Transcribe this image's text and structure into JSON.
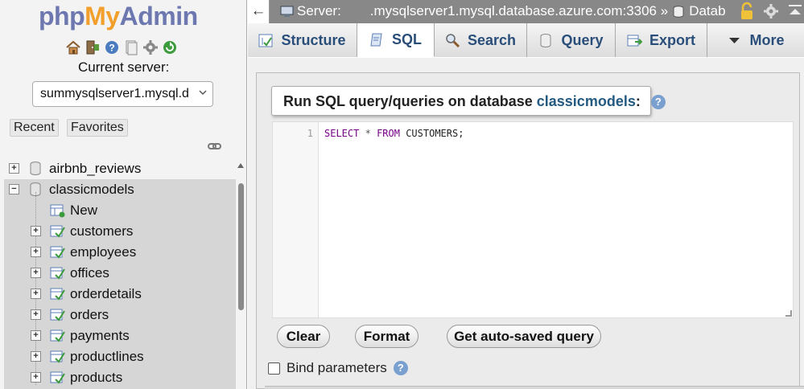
{
  "nav": {
    "logo": {
      "php": "php",
      "my": "My",
      "admin": "Admin"
    },
    "icons": [
      "home-icon",
      "exit-icon",
      "help-icon",
      "docs-icon",
      "settings-icon",
      "reload-icon"
    ],
    "current_server_label": "Current server:",
    "server_select_value": "summysqlserver1.mysql.d",
    "recent_label": "Recent",
    "favorites_label": "Favorites",
    "tree": [
      {
        "label": "airbnb_reviews",
        "kind": "database",
        "expanded": false
      },
      {
        "label": "classicmodels",
        "kind": "database",
        "expanded": true
      },
      {
        "label": "New",
        "kind": "new"
      },
      {
        "label": "customers",
        "kind": "table"
      },
      {
        "label": "employees",
        "kind": "table"
      },
      {
        "label": "offices",
        "kind": "table"
      },
      {
        "label": "orderdetails",
        "kind": "table"
      },
      {
        "label": "orders",
        "kind": "table"
      },
      {
        "label": "payments",
        "kind": "table"
      },
      {
        "label": "productlines",
        "kind": "table"
      },
      {
        "label": "products",
        "kind": "table"
      }
    ]
  },
  "topbar": {
    "back": "←",
    "server_label": "Server:",
    "server_host": ".mysqlserver1.mysql.database.azure.com:3306 »",
    "database_label": "Datab"
  },
  "tabs": [
    {
      "label": "Structure",
      "icon": "structure-icon"
    },
    {
      "label": "SQL",
      "icon": "sql-icon",
      "active": true
    },
    {
      "label": "Search",
      "icon": "search-icon"
    },
    {
      "label": "Query",
      "icon": "query-icon"
    },
    {
      "label": "Export",
      "icon": "export-icon"
    },
    {
      "label": "More",
      "icon": "chevron-down-icon"
    }
  ],
  "sql_panel": {
    "legend_prefix": "Run SQL query/queries on database",
    "database": "classicmodels",
    "legend_suffix": ":",
    "line_number": "1",
    "query_tokens": {
      "select": "SELECT",
      "star": "*",
      "from": "FROM",
      "table": "CUSTOMERS;"
    },
    "clear_label": "Clear",
    "format_label": "Format",
    "autosaved_label": "Get auto-saved query",
    "bind_label": "Bind parameters",
    "bind_checked": false
  }
}
